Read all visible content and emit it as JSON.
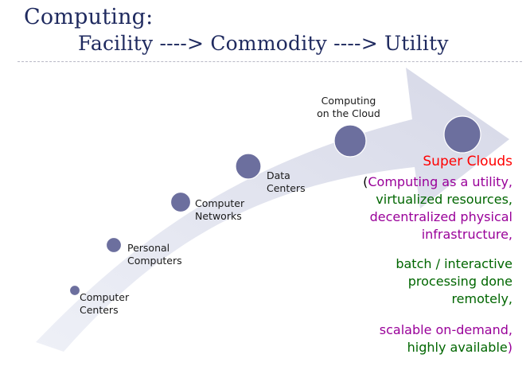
{
  "title": {
    "line1": "Computing:",
    "line2": "Facility ----> Commodity ----> Utility"
  },
  "stages": [
    {
      "id": "computer-centers",
      "lines": [
        "Computer",
        "Centers"
      ]
    },
    {
      "id": "personal-computers",
      "lines": [
        "Personal",
        "Computers"
      ]
    },
    {
      "id": "computer-networks",
      "lines": [
        "Computer",
        "Networks"
      ]
    },
    {
      "id": "data-centers",
      "lines": [
        "Data",
        "Centers"
      ]
    },
    {
      "id": "computing-cloud",
      "lines": [
        "Computing",
        "on the Cloud"
      ]
    }
  ],
  "super_clouds": {
    "heading": "Super Clouds",
    "open_paren": "(",
    "close_paren": ")",
    "block1": [
      "Computing as a utility,",
      "virtualized resources,",
      "decentralized physical",
      "infrastructure,"
    ],
    "block2": [
      "batch / interactive",
      "processing done",
      "remotely,"
    ],
    "block3_line1": "scalable on-demand,",
    "block3_line2": "highly available"
  },
  "colors": {
    "title": "#1f2a5f",
    "arrow": "#d9d9e8",
    "node": "#6c6f9e",
    "heading": "#ff0000",
    "purple": "#990099",
    "green": "#006600"
  }
}
